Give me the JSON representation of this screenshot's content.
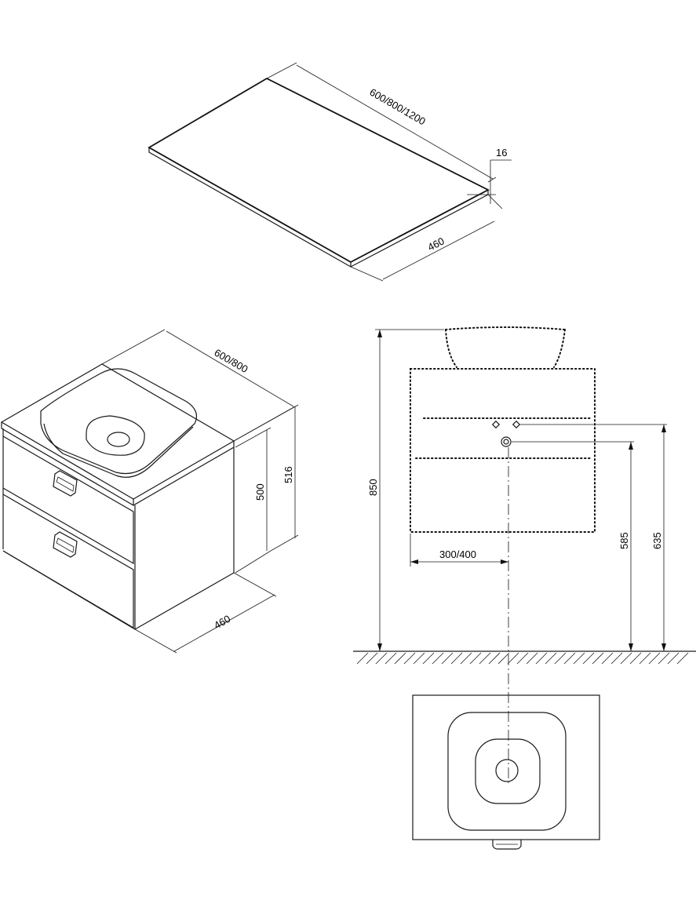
{
  "dimensions": {
    "top_length": "600/800/1200",
    "top_thickness": "16",
    "top_depth": "460",
    "cab_width": "600/800",
    "cab_height_body": "500",
    "cab_height_total": "516",
    "cab_depth": "460",
    "total_height": "850",
    "axis_offset": "300/400",
    "outlet_height_lower": "585",
    "outlet_height_upper": "635"
  }
}
